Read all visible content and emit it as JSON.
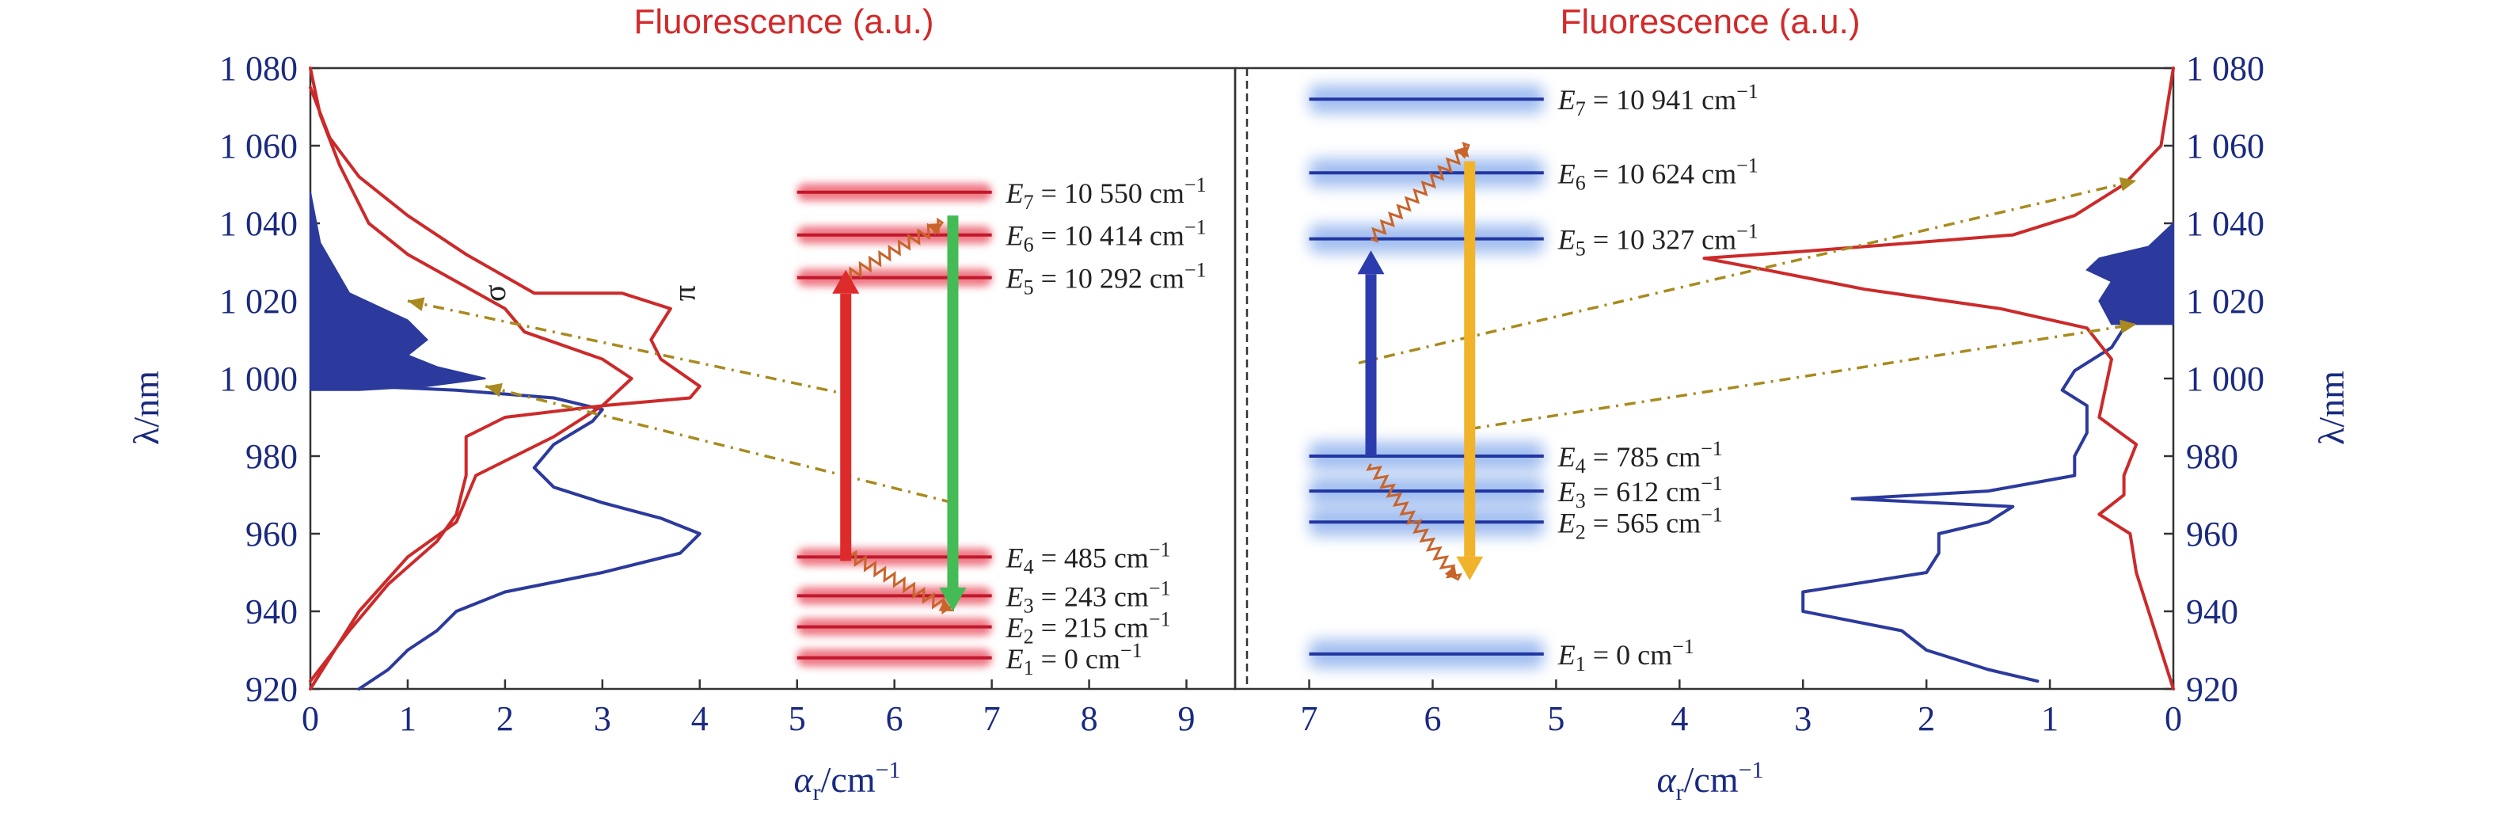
{
  "chart_data": [
    {
      "type": "line",
      "panel": "left",
      "top_label": "Fluorescence (a.u.)",
      "xlabel_base": "α",
      "xlabel_sub": "r",
      "xlabel_unit": "/cm",
      "xlabel_sup": "−1",
      "ylabel": "λ/nm",
      "xlim": [
        0,
        9.5
      ],
      "ylim": [
        920,
        1080
      ],
      "x_ticks": [
        "0",
        "1",
        "2",
        "3",
        "4",
        "5",
        "6",
        "7",
        "8",
        "9"
      ],
      "y_ticks": [
        "920",
        "940",
        "960",
        "980",
        "1 000",
        "1 020",
        "1 040",
        "1 060",
        "1 080"
      ],
      "curve_labels": [
        "σ",
        "π"
      ],
      "series": [
        {
          "role": "absorption",
          "color": "#2b3a9c",
          "points": [
            [
              0.5,
              920
            ],
            [
              0.8,
              925
            ],
            [
              1.0,
              930
            ],
            [
              1.3,
              935
            ],
            [
              1.5,
              940
            ],
            [
              2.0,
              945
            ],
            [
              3.0,
              950
            ],
            [
              3.8,
              955
            ],
            [
              4.0,
              960
            ],
            [
              3.6,
              964
            ],
            [
              3.0,
              968
            ],
            [
              2.5,
              972
            ],
            [
              2.3,
              977
            ],
            [
              2.5,
              983
            ],
            [
              2.9,
              989
            ],
            [
              3.0,
              992
            ],
            [
              2.5,
              995
            ],
            [
              1.5,
              997
            ],
            [
              0.6,
              998
            ]
          ]
        },
        {
          "role": "fluorescence-sigma",
          "color": "#cc2a2a",
          "points": [
            [
              0.0,
              920
            ],
            [
              0.5,
              940
            ],
            [
              1.0,
              954
            ],
            [
              1.5,
              963
            ],
            [
              1.7,
              975
            ],
            [
              2.5,
              985
            ],
            [
              3.0,
              993
            ],
            [
              3.3,
              1000
            ],
            [
              3.0,
              1005
            ],
            [
              2.2,
              1012
            ],
            [
              2.0,
              1018
            ],
            [
              1.5,
              1025
            ],
            [
              1.0,
              1032
            ],
            [
              0.6,
              1040
            ],
            [
              0.3,
              1055
            ],
            [
              0.1,
              1068
            ],
            [
              0.0,
              1080
            ]
          ]
        },
        {
          "role": "fluorescence-pi",
          "color": "#cc2a2a",
          "points": [
            [
              0.0,
              922
            ],
            [
              0.4,
              935
            ],
            [
              0.8,
              947
            ],
            [
              1.3,
              958
            ],
            [
              1.5,
              965
            ],
            [
              1.6,
              975
            ],
            [
              1.6,
              985
            ],
            [
              2.0,
              990
            ],
            [
              3.0,
              993
            ],
            [
              3.9,
              995
            ],
            [
              4.0,
              998
            ],
            [
              3.6,
              1005
            ],
            [
              3.5,
              1010
            ],
            [
              3.7,
              1018
            ],
            [
              3.2,
              1022
            ],
            [
              2.3,
              1022
            ],
            [
              1.6,
              1032
            ],
            [
              1.0,
              1042
            ],
            [
              0.5,
              1052
            ],
            [
              0.2,
              1062
            ],
            [
              0.0,
              1075
            ]
          ]
        },
        {
          "role": "emission-filled",
          "color": "#2b3a9c",
          "fill": true,
          "points": [
            [
              0.0,
              997
            ],
            [
              0.5,
              997
            ],
            [
              1.2,
              998
            ],
            [
              1.5,
              999
            ],
            [
              1.8,
              1000
            ],
            [
              1.3,
              1003
            ],
            [
              1.0,
              1006
            ],
            [
              1.2,
              1010
            ],
            [
              1.0,
              1015
            ],
            [
              0.4,
              1022
            ],
            [
              0.1,
              1035
            ],
            [
              0.0,
              1048
            ]
          ]
        }
      ],
      "dashed_links": [
        [
          [
            1.0,
            1020
          ],
          [
            5.5,
            996
          ]
        ],
        [
          [
            1.8,
            998
          ],
          [
            6.6,
            968
          ]
        ]
      ],
      "levels": [
        {
          "sym": "E",
          "sub": "7",
          "text": " = 10 550 cm",
          "sup": "−1",
          "y": 1048
        },
        {
          "sym": "E",
          "sub": "6",
          "text": " = 10 414 cm",
          "sup": "−1",
          "y": 1037
        },
        {
          "sym": "E",
          "sub": "5",
          "text": " = 10 292 cm",
          "sup": "−1",
          "y": 1026
        },
        {
          "sym": "E",
          "sub": "4",
          "text": " = 485 cm",
          "sup": "−1",
          "y": 954
        },
        {
          "sym": "E",
          "sub": "3",
          "text": " = 243 cm",
          "sup": "−1",
          "y": 944
        },
        {
          "sym": "E",
          "sub": "2",
          "text": " = 215 cm",
          "sup": "−1",
          "y": 936
        },
        {
          "sym": "E",
          "sub": "1",
          "text": " = 0 cm",
          "sup": "−1",
          "y": 928
        }
      ],
      "arrows": [
        {
          "role": "absorption",
          "color": "#dd2b2b",
          "x": 5.5,
          "from": 953,
          "to": 1028
        },
        {
          "role": "emission",
          "color": "#44bb55",
          "x": 6.6,
          "from": 1042,
          "to": 940
        }
      ],
      "wavy": [
        [
          [
            5.5,
            1026
          ],
          [
            6.5,
            1040
          ]
        ],
        [
          [
            5.5,
            955
          ],
          [
            6.6,
            940
          ]
        ]
      ]
    },
    {
      "type": "line",
      "panel": "right",
      "top_label": "Fluorescence (a.u.)",
      "xlabel_base": "α",
      "xlabel_sub": "r",
      "xlabel_unit": "/cm",
      "xlabel_sup": "−1",
      "ylabel": "λ/nm",
      "xlim": [
        7.6,
        0
      ],
      "ylim": [
        920,
        1080
      ],
      "x_ticks": [
        "7",
        "6",
        "5",
        "4",
        "3",
        "2",
        "1",
        "0"
      ],
      "y_ticks": [
        "920",
        "940",
        "960",
        "980",
        "1 000",
        "1 020",
        "1 040",
        "1 060",
        "1 080"
      ],
      "series": [
        {
          "role": "absorption",
          "color": "#2b3a9c",
          "points": [
            [
              1.1,
              922
            ],
            [
              1.5,
              925
            ],
            [
              2.0,
              930
            ],
            [
              2.2,
              935
            ],
            [
              3.0,
              940
            ],
            [
              3.0,
              945
            ],
            [
              2.0,
              950
            ],
            [
              1.9,
              955
            ],
            [
              1.9,
              960
            ],
            [
              1.5,
              963
            ],
            [
              1.3,
              967
            ],
            [
              2.6,
              969
            ],
            [
              1.5,
              971
            ],
            [
              0.8,
              975
            ],
            [
              0.8,
              980
            ],
            [
              0.7,
              986
            ],
            [
              0.7,
              993
            ],
            [
              0.9,
              997
            ],
            [
              0.8,
              1002
            ],
            [
              0.5,
              1008
            ],
            [
              0.4,
              1013
            ]
          ]
        },
        {
          "role": "fluorescence",
          "color": "#cc2a2a",
          "points": [
            [
              0.0,
              920
            ],
            [
              0.1,
              930
            ],
            [
              0.2,
              940
            ],
            [
              0.3,
              950
            ],
            [
              0.35,
              960
            ],
            [
              0.6,
              965
            ],
            [
              0.4,
              970
            ],
            [
              0.4,
              975
            ],
            [
              0.3,
              983
            ],
            [
              0.6,
              990
            ],
            [
              0.5,
              1005
            ],
            [
              0.7,
              1013
            ],
            [
              1.4,
              1018
            ],
            [
              2.5,
              1023
            ],
            [
              3.3,
              1028
            ],
            [
              3.8,
              1031
            ],
            [
              2.9,
              1033
            ],
            [
              1.3,
              1037
            ],
            [
              0.8,
              1042
            ],
            [
              0.4,
              1050
            ],
            [
              0.1,
              1060
            ],
            [
              0.0,
              1080
            ]
          ]
        },
        {
          "role": "emission-filled",
          "color": "#2b3a9c",
          "fill": true,
          "points": [
            [
              0.0,
              1014
            ],
            [
              0.5,
              1014
            ],
            [
              0.6,
              1020
            ],
            [
              0.5,
              1025
            ],
            [
              0.7,
              1028
            ],
            [
              0.6,
              1031
            ],
            [
              0.2,
              1034
            ],
            [
              0.0,
              1040
            ]
          ]
        }
      ],
      "dashed_links": [
        [
          [
            6.6,
            1004
          ],
          [
            0.3,
            1051
          ]
        ],
        [
          [
            5.7,
            987
          ],
          [
            0.3,
            1014
          ]
        ]
      ],
      "levels": [
        {
          "sym": "E",
          "sub": "7",
          "text": " = 10 941 cm",
          "sup": "−1",
          "y": 1072
        },
        {
          "sym": "E",
          "sub": "6",
          "text": " = 10 624 cm",
          "sup": "−1",
          "y": 1053
        },
        {
          "sym": "E",
          "sub": "5",
          "text": " = 10 327 cm",
          "sup": "−1",
          "y": 1036
        },
        {
          "sym": "E",
          "sub": "4",
          "text": " = 785 cm",
          "sup": "−1",
          "y": 980
        },
        {
          "sym": "E",
          "sub": "3",
          "text": " = 612 cm",
          "sup": "−1",
          "y": 971
        },
        {
          "sym": "E",
          "sub": "2",
          "text": " = 565 cm",
          "sup": "−1",
          "y": 963
        },
        {
          "sym": "E",
          "sub": "1",
          "text": " = 0 cm",
          "sup": "−1",
          "y": 929
        }
      ],
      "arrows": [
        {
          "role": "absorption",
          "color": "#2b3dae",
          "x": 6.5,
          "from": 980,
          "to": 1033
        },
        {
          "role": "emission",
          "color": "#f0b32a",
          "x": 5.7,
          "from": 1056,
          "to": 948
        }
      ],
      "wavy": [
        [
          [
            6.5,
            1036
          ],
          [
            5.7,
            1060
          ]
        ],
        [
          [
            6.5,
            978
          ],
          [
            5.8,
            948
          ]
        ]
      ]
    }
  ]
}
